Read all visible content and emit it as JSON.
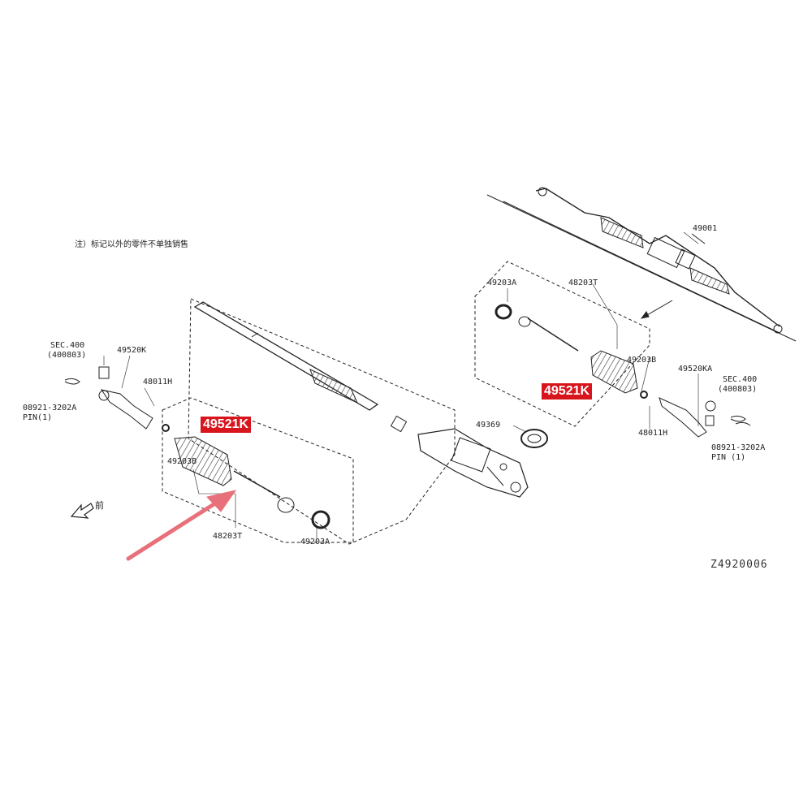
{
  "note": "注）标记以外的零件不单独销售",
  "front_label": "前",
  "diagram_code": "Z4920006",
  "highlight_color": "#d8141c",
  "arrow_color": "#e8707a",
  "labels": {
    "left_sec": "SEC.400",
    "left_sec_ref": "(400803)",
    "left_pin_part": "08921-3202A",
    "left_pin": "PIN(1)",
    "left_tie_rod_end": "49520K",
    "left_nut": "48011H",
    "left_boot": "49203B",
    "left_inner_rod": "48203T",
    "left_clamp": "49203A",
    "left_highlight": "49521K",
    "right_clamp": "49203A",
    "right_inner_rod": "48203T",
    "right_boot": "49203B",
    "right_tie_rod_end": "49520KA",
    "right_sec": "SEC.400",
    "right_sec_ref": "(400803)",
    "right_nut": "48011H",
    "right_pin_part": "08921-3202A",
    "right_pin": "PIN (1)",
    "right_highlight": "49521K",
    "mount": "49369",
    "assembly": "49001"
  }
}
